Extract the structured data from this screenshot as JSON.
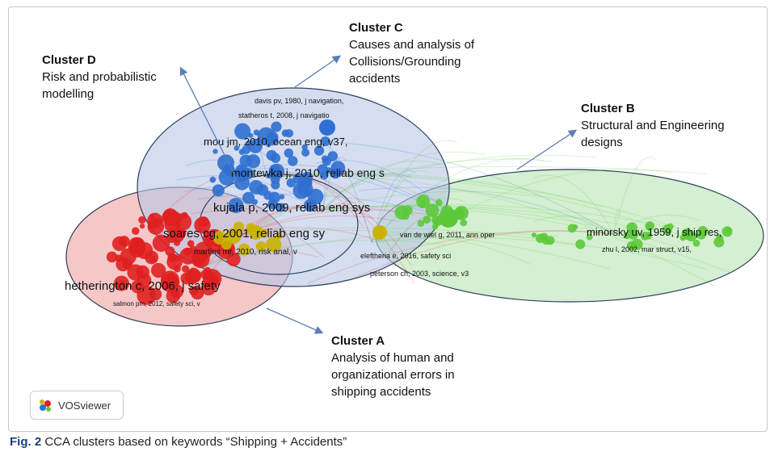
{
  "clusters": [
    {
      "id": "D",
      "title": "Cluster D",
      "description": "Risk and probabilistic modelling"
    },
    {
      "id": "C",
      "title": "Cluster C",
      "description": "Causes and analysis of Collisions/Grounding accidents"
    },
    {
      "id": "B",
      "title": "Cluster B",
      "description": "Structural and Engineering designs"
    },
    {
      "id": "A",
      "title": "Cluster A",
      "description": "Analysis of human and organizational errors in shipping accidents"
    }
  ],
  "node_labels": [
    {
      "text": "davis pv, 1980, j navigation,",
      "cluster": "C"
    },
    {
      "text": "statheros t, 2008, j navigatio",
      "cluster": "C"
    },
    {
      "text": "mou jm, 2010, ocean eng, v37,",
      "cluster": "C"
    },
    {
      "text": "montewka j, 2010, reliab eng s",
      "cluster": "C"
    },
    {
      "text": "kujala p, 2009, reliab eng sys",
      "cluster": "C"
    },
    {
      "text": "soares cg, 2001, reliab eng sy",
      "cluster": "A"
    },
    {
      "text": "martins mr, 2010, risk anal, v",
      "cluster": "A"
    },
    {
      "text": "hetherington c, 2006, j safety",
      "cluster": "A"
    },
    {
      "text": "salmon pm, 2012, safety sci, v",
      "cluster": "A"
    },
    {
      "text": "van de wiel g, 2011, ann oper",
      "cluster": "B"
    },
    {
      "text": "eleftheria e, 2016, safety sci",
      "cluster": "B"
    },
    {
      "text": "peterson ch, 2003, science, v3",
      "cluster": "B"
    },
    {
      "text": "minorsky uv, 1959, j ship res,",
      "cluster": "B"
    },
    {
      "text": "zhu l, 2002, mar struct, v15,",
      "cluster": "B"
    }
  ],
  "colors": {
    "cluster_A": "#e02020",
    "cluster_B": "#5cc93a",
    "cluster_C": "#2f6fd0",
    "cluster_D": "#c9b300",
    "ellipse_A": "#f4b9b9",
    "ellipse_B": "#c6e9c2",
    "ellipse_C": "#b9c6e6",
    "arrow": "#5b7db8"
  },
  "logo_text": "VOSviewer",
  "caption": {
    "label": "Fig. 2",
    "text": "CCA clusters based on keywords “Shipping + Accidents”"
  }
}
